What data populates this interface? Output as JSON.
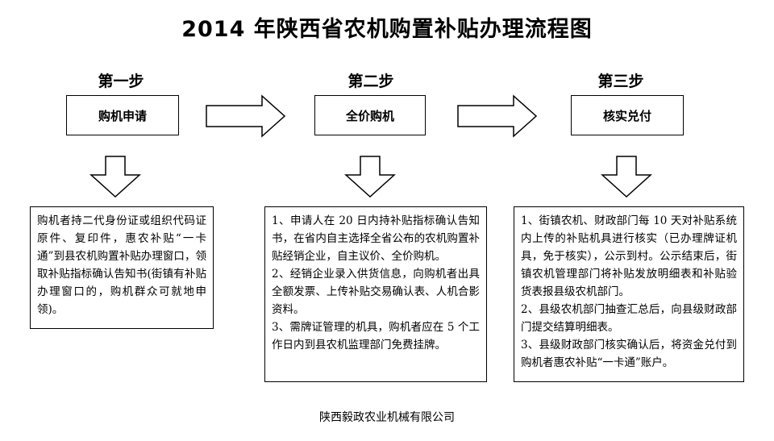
{
  "title": "2014 年陕西省农机购置补贴办理流程图",
  "steps": [
    {
      "label": "第一步",
      "box": "购机申请",
      "details": [
        "购机者持二代身份证或组织代码证原件、复印件，惠农补贴“一卡通”到县农机购置补贴办理窗口，领取补贴指标确认告知书(街镇有补贴办理窗口的，购机群众可就地申领)。"
      ]
    },
    {
      "label": "第二步",
      "box": "全价购机",
      "details": [
        "1、申请人在 20 日内持补贴指标确认告知书，在省内自主选择全省公布的农机购置补贴经销企业，自主议价、全价购机。",
        "2、经销企业录入供货信息，向购机者出具全额发票、上传补贴交易确认表、人机合影资料。",
        "3、需牌证管理的机具，购机者应在 5 个工作日内到县农机监理部门免费挂牌。"
      ]
    },
    {
      "label": "第三步",
      "box": "核实兑付",
      "details": [
        "1、街镇农机、财政部门每 10 天对补贴系统内上传的补贴机具进行核实（已办理牌证机具，免于核实），公示到村。公示结束后，街镇农机管理部门将补贴发放明细表和补贴验货表报县级农机部门。",
        "2、县级农机部门抽查汇总后，向县级财政部门提交结算明细表。",
        "3、县级财政部门核实确认后，将资金兑付到购机者惠农补贴“一卡通”账户。"
      ]
    }
  ],
  "footer": "陕西毅政农业机械有限公司"
}
